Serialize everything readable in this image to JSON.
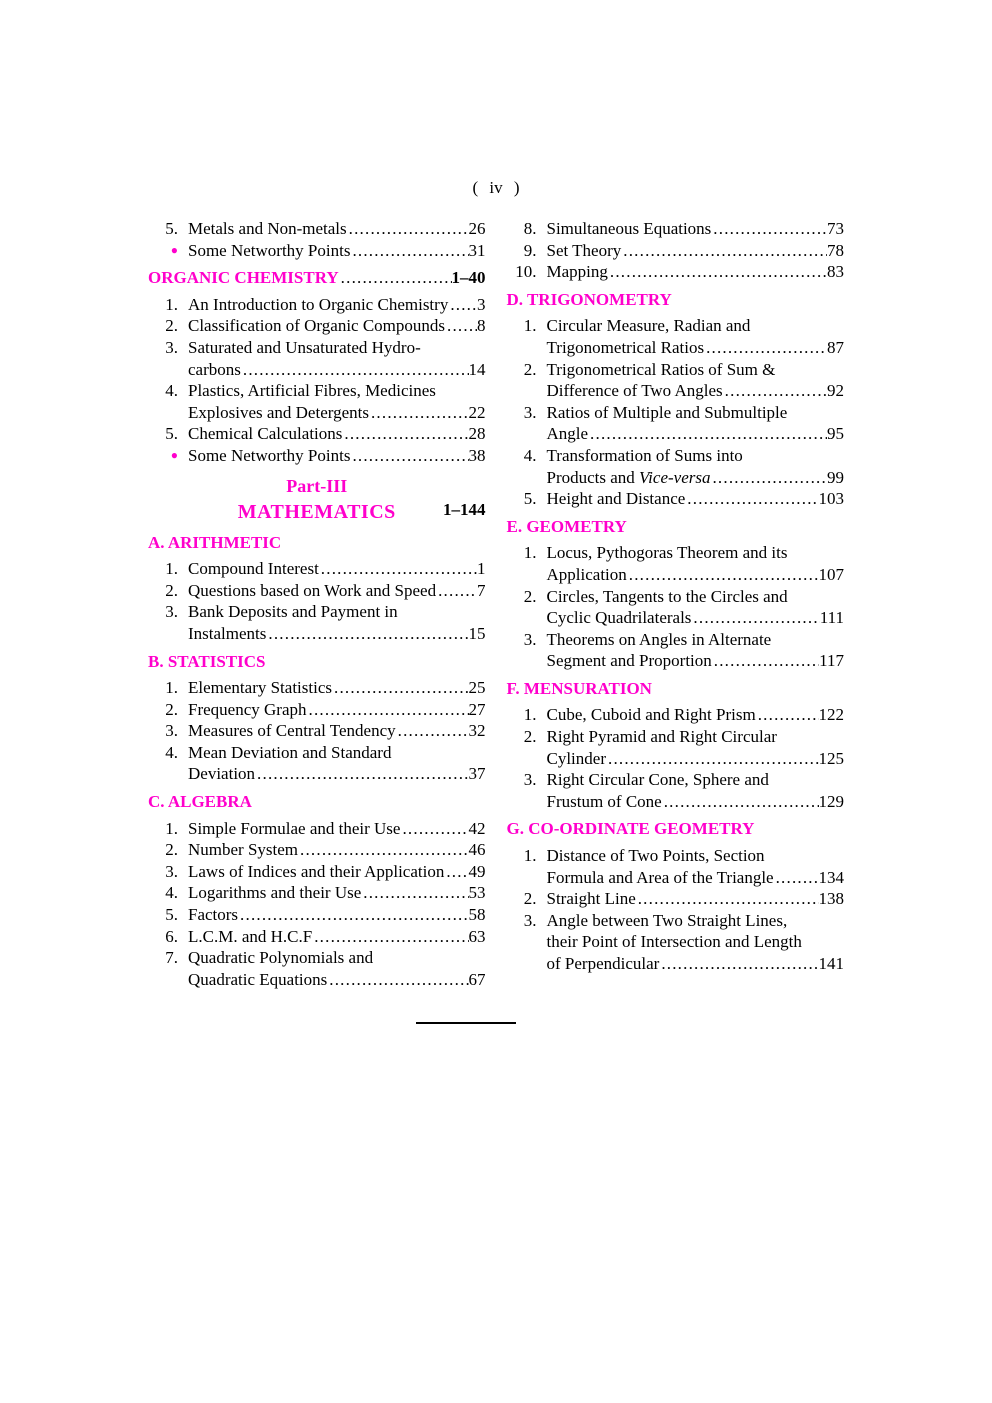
{
  "page": {
    "header": "( iv )"
  },
  "styles": {
    "accent": "#ff00cc",
    "text": "#000000",
    "leader_char": ".",
    "bullet_char": "●"
  },
  "toc": {
    "left": [
      {
        "type": "item",
        "num": "5.",
        "lines": [
          "Metals and Non-metals"
        ],
        "page": "26"
      },
      {
        "type": "bullet_item",
        "lines": [
          "Some Networthy Points"
        ],
        "page": "31"
      },
      {
        "type": "section_with_page",
        "title": "ORGANIC CHEMISTRY",
        "page": "1–40"
      },
      {
        "type": "item",
        "num": "1.",
        "lines": [
          "An Introduction to Organic Chemistry"
        ],
        "page": "3"
      },
      {
        "type": "item",
        "num": "2.",
        "lines": [
          "Classification of Organic Compounds"
        ],
        "page": "8"
      },
      {
        "type": "item",
        "num": "3.",
        "lines": [
          "Saturated and Unsaturated Hydro-",
          "carbons"
        ],
        "page": "14"
      },
      {
        "type": "item",
        "num": "4.",
        "lines": [
          "Plastics, Artificial Fibres, Medicines",
          "Explosives and Detergents"
        ],
        "page": "22"
      },
      {
        "type": "item",
        "num": "5.",
        "lines": [
          "Chemical Calculations"
        ],
        "page": "28"
      },
      {
        "type": "bullet_item",
        "lines": [
          "Some Networthy Points"
        ],
        "page": "38"
      },
      {
        "type": "part",
        "part_label": "Part-III",
        "part_title": "MATHEMATICS",
        "page": "1–144"
      },
      {
        "type": "section",
        "title": "A. ARITHMETIC"
      },
      {
        "type": "item",
        "num": "1.",
        "lines": [
          "Compound Interest"
        ],
        "page": "1"
      },
      {
        "type": "item",
        "num": "2.",
        "lines": [
          "Questions based on Work and Speed"
        ],
        "page": "7"
      },
      {
        "type": "item",
        "num": "3.",
        "lines": [
          "Bank Deposits and Payment in",
          "Instalments"
        ],
        "page": "15"
      },
      {
        "type": "section",
        "title": "B. STATISTICS"
      },
      {
        "type": "item",
        "num": "1.",
        "lines": [
          "Elementary Statistics"
        ],
        "page": "25"
      },
      {
        "type": "item",
        "num": "2.",
        "lines": [
          "Frequency Graph"
        ],
        "page": "27"
      },
      {
        "type": "item",
        "num": "3.",
        "lines": [
          "Measures of Central Tendency"
        ],
        "page": "32"
      },
      {
        "type": "item",
        "num": "4.",
        "lines": [
          "Mean Deviation and Standard",
          "Deviation"
        ],
        "page": "37"
      },
      {
        "type": "section",
        "title": "C. ALGEBRA"
      },
      {
        "type": "item",
        "num": "1.",
        "lines": [
          "Simple Formulae and their Use"
        ],
        "page": "42"
      },
      {
        "type": "item",
        "num": "2.",
        "lines": [
          "Number System"
        ],
        "page": "46"
      },
      {
        "type": "item",
        "num": "3.",
        "lines": [
          "Laws of Indices and their Application"
        ],
        "page": "49"
      },
      {
        "type": "item",
        "num": "4.",
        "lines": [
          "Logarithms and their Use"
        ],
        "page": "53"
      },
      {
        "type": "item",
        "num": "5.",
        "lines": [
          "Factors"
        ],
        "page": "58"
      },
      {
        "type": "item",
        "num": "6.",
        "lines": [
          "L.C.M. and H.C.F"
        ],
        "page": "63"
      },
      {
        "type": "item",
        "num": "7.",
        "lines": [
          "Quadratic Polynomials and",
          "Quadratic Equations"
        ],
        "page": "67"
      }
    ],
    "right": [
      {
        "type": "item",
        "num": "8.",
        "lines": [
          "Simultaneous Equations"
        ],
        "page": "73"
      },
      {
        "type": "item",
        "num": "9.",
        "lines": [
          "Set Theory"
        ],
        "page": "78"
      },
      {
        "type": "item",
        "num": "10.",
        "lines": [
          "Mapping"
        ],
        "page": "83"
      },
      {
        "type": "section",
        "title": "D. TRIGONOMETRY"
      },
      {
        "type": "item",
        "num": "1.",
        "lines": [
          "Circular Measure, Radian and",
          "Trigonometrical Ratios"
        ],
        "page": "87"
      },
      {
        "type": "item",
        "num": "2.",
        "lines": [
          "Trigonometrical Ratios of Sum &",
          "Difference of Two Angles"
        ],
        "page": "92"
      },
      {
        "type": "item",
        "num": "3.",
        "lines": [
          "Ratios of Multiple and Submultiple",
          "Angle"
        ],
        "page": "95"
      },
      {
        "type": "item",
        "num": "4.",
        "lines": [
          "Transformation of Sums into",
          "Products and *Vice-versa*"
        ],
        "page": "99"
      },
      {
        "type": "item",
        "num": "5.",
        "lines": [
          "Height and Distance"
        ],
        "page": "103"
      },
      {
        "type": "section",
        "title": "E. GEOMETRY"
      },
      {
        "type": "item",
        "num": "1.",
        "lines": [
          "Locus, Pythogoras Theorem and its",
          "Application"
        ],
        "page": "107"
      },
      {
        "type": "item",
        "num": "2.",
        "lines": [
          "Circles, Tangents to the Circles and",
          "Cyclic Quadrilaterals"
        ],
        "page": "111"
      },
      {
        "type": "item",
        "num": "3.",
        "lines": [
          "Theorems on Angles in Alternate",
          "Segment and Proportion"
        ],
        "page": "117"
      },
      {
        "type": "section",
        "title": "F. MENSURATION"
      },
      {
        "type": "item",
        "num": "1.",
        "lines": [
          "Cube, Cuboid and Right Prism"
        ],
        "page": "122"
      },
      {
        "type": "item",
        "num": "2.",
        "lines": [
          "Right Pyramid and Right Circular",
          "Cylinder"
        ],
        "page": "125"
      },
      {
        "type": "item",
        "num": "3.",
        "lines": [
          "Right Circular Cone, Sphere and",
          "Frustum of Cone"
        ],
        "page": "129"
      },
      {
        "type": "section",
        "title": "G. CO-ORDINATE GEOMETRY"
      },
      {
        "type": "item",
        "num": "1.",
        "lines": [
          "Distance of Two Points, Section",
          "Formula and Area of the Triangle"
        ],
        "page": "134"
      },
      {
        "type": "item",
        "num": "2.",
        "lines": [
          "Straight Line"
        ],
        "page": "138"
      },
      {
        "type": "item",
        "num": "3.",
        "lines": [
          "Angle between Two Straight Lines,",
          "their Point of Intersection and Length",
          "of Perpendicular"
        ],
        "page": "141"
      }
    ]
  }
}
